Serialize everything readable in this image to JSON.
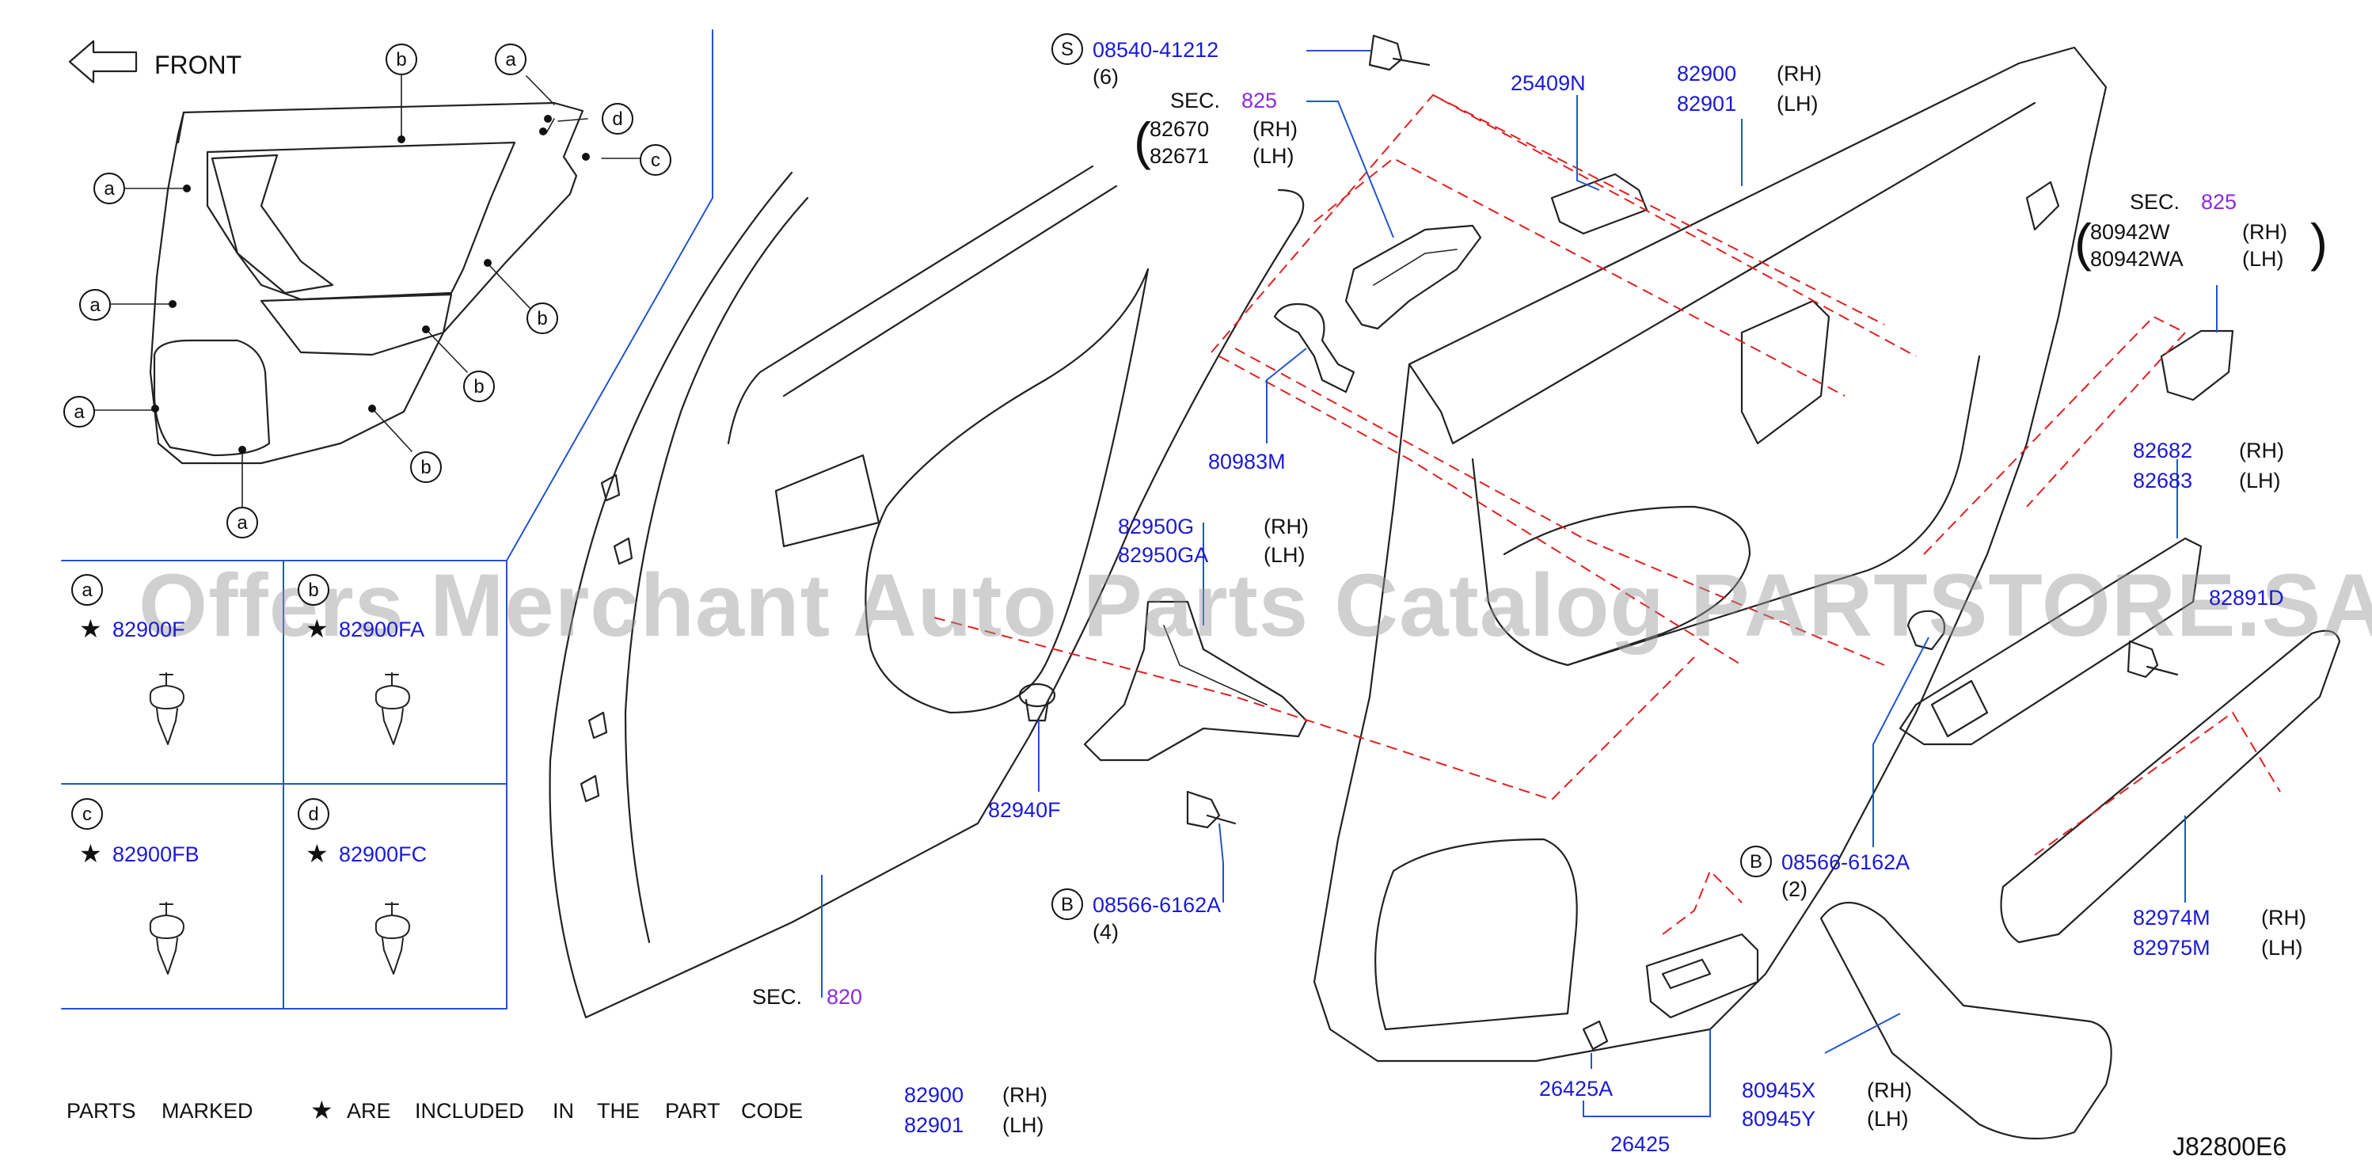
{
  "front_label": "FRONT",
  "callout_letters": {
    "a": "a",
    "b": "b",
    "c": "c",
    "d": "d"
  },
  "clip_grid": {
    "cells": [
      {
        "letter": "a",
        "part": "82900F"
      },
      {
        "letter": "b",
        "part": "82900FA"
      },
      {
        "letter": "c",
        "part": "82900FB"
      },
      {
        "letter": "d",
        "part": "82900FC"
      }
    ],
    "star": "★"
  },
  "parts": {
    "bolt_top": {
      "prefix": "S",
      "number": "08540-41212",
      "qty": "(6)"
    },
    "sec_825_handle": {
      "sec": "SEC.",
      "num": "825",
      "rh": "82670",
      "lh": "82671",
      "rh_tag": "(RH)",
      "lh_tag": "(LH)"
    },
    "p25409N": "25409N",
    "door_trim_top": {
      "rh": "82900",
      "lh": "82901",
      "rh_tag": "(RH)",
      "lh_tag": "(LH)"
    },
    "sec_825_right": {
      "sec": "SEC.",
      "num": "825",
      "rh": "80942W",
      "lh": "80942WA",
      "rh_tag": "(RH)",
      "lh_tag": "(LH)"
    },
    "p80983M": "80983M",
    "bracket": {
      "rh": "82950G",
      "lh": "82950GA",
      "rh_tag": "(RH)",
      "lh_tag": "(LH)"
    },
    "armrest_finisher": {
      "rh": "82682",
      "lh": "82683",
      "rh_tag": "(RH)",
      "lh_tag": "(LH)"
    },
    "p82891D": "82891D",
    "p82940F": "82940F",
    "bolt_left": {
      "prefix": "B",
      "number": "08566-6162A",
      "qty": "(4)"
    },
    "bolt_right": {
      "prefix": "B",
      "number": "08566-6162A",
      "qty": "(2)"
    },
    "pull_handle": {
      "rh": "82974M",
      "lh": "82975M",
      "rh_tag": "(RH)",
      "lh_tag": "(LH)"
    },
    "sec_820": {
      "sec": "SEC.",
      "num": "820"
    },
    "armrest": {
      "rh": "80945X",
      "lh": "80945Y",
      "rh_tag": "(RH)",
      "lh_tag": "(LH)"
    },
    "p26425A": "26425A",
    "p26425": "26425",
    "door_trim_bottom": {
      "rh": "82900",
      "lh": "82901",
      "rh_tag": "(RH)",
      "lh_tag": "(LH)"
    }
  },
  "footnote": {
    "w1": "PARTS",
    "w2": "MARKED",
    "star": "★",
    "w3": "ARE",
    "w4": "INCLUDED",
    "w5": "IN",
    "w6": "THE",
    "w7": "PART",
    "w8": "CODE"
  },
  "diagram_code": "J82800E6",
  "watermark": "Offers Merchant Auto Parts Catalog PARTSTORE.SA",
  "colors": {
    "part_number": "#1a1ad6",
    "section_number": "#8a2be2",
    "leader_line": "#2255cc",
    "dashed_line": "#e02020",
    "outline": "#222222"
  }
}
